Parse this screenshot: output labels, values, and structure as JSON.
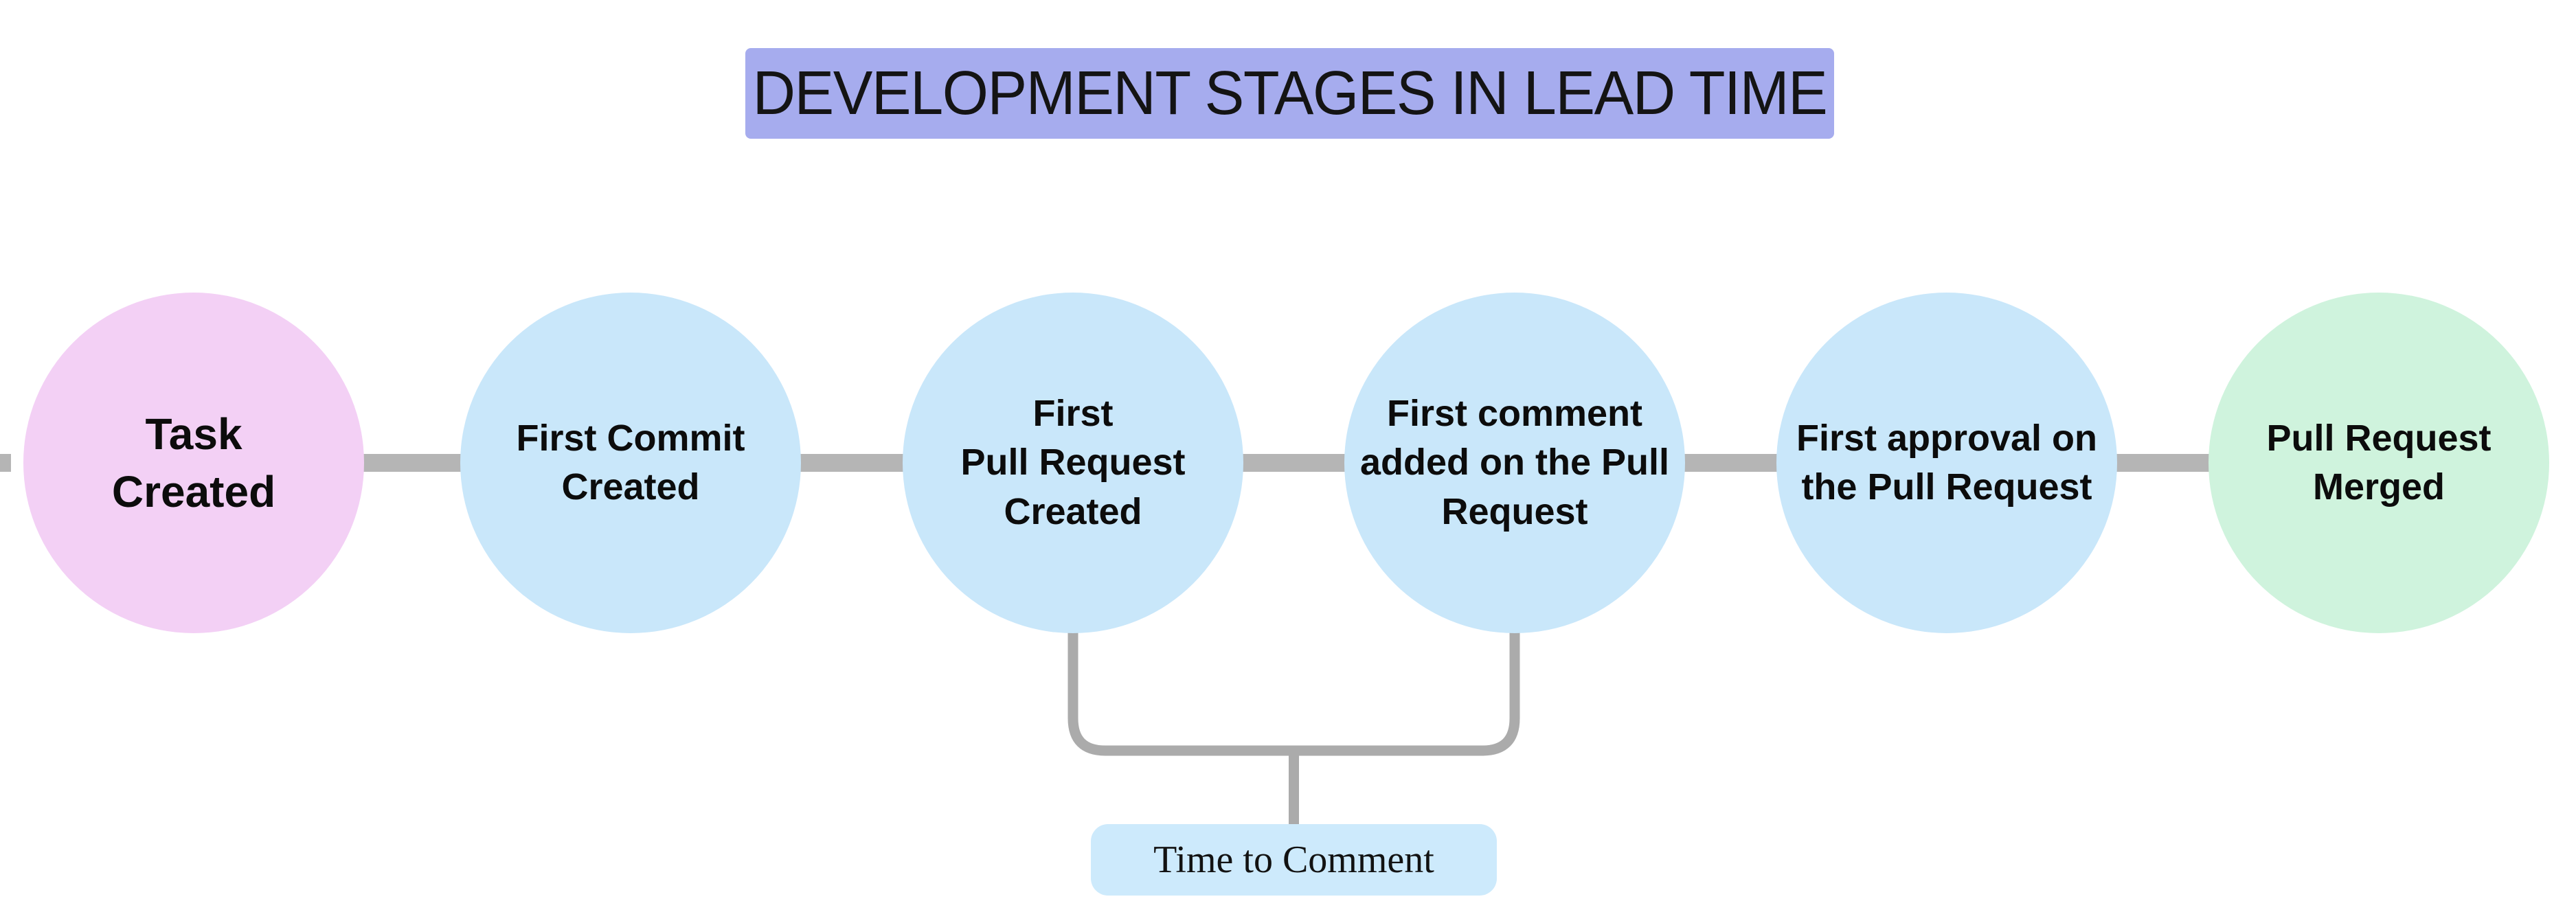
{
  "title": {
    "label": "DEVELOPMENT STAGES IN LEAD TIME",
    "bg_color": "#a6acee"
  },
  "stages": [
    {
      "name": "task-created",
      "label": "Task\nCreated",
      "color": "#f3d0f5"
    },
    {
      "name": "first-commit-created",
      "label": "First Commit\nCreated",
      "color": "#c9e7fa"
    },
    {
      "name": "first-pull-request-created",
      "label": "First\nPull Request\nCreated",
      "color": "#c9e7fa"
    },
    {
      "name": "first-comment-added",
      "label": "First comment\nadded on the Pull\nRequest",
      "color": "#c9e7fa"
    },
    {
      "name": "first-approval",
      "label": "First approval on\nthe Pull Request",
      "color": "#c9e7fa"
    },
    {
      "name": "pull-request-merged",
      "label": "Pull Request\nMerged",
      "color": "#cff3dd"
    }
  ],
  "annotation": {
    "label": "Time to Comment",
    "bg_color": "#cdeafc",
    "spans_between": [
      "first-pull-request-created",
      "first-comment-added"
    ]
  },
  "colors": {
    "background": "#ffffff",
    "connector_gray": "#b5b5b5",
    "bracket_gray": "#ababab",
    "text": "#0c0c0c"
  }
}
